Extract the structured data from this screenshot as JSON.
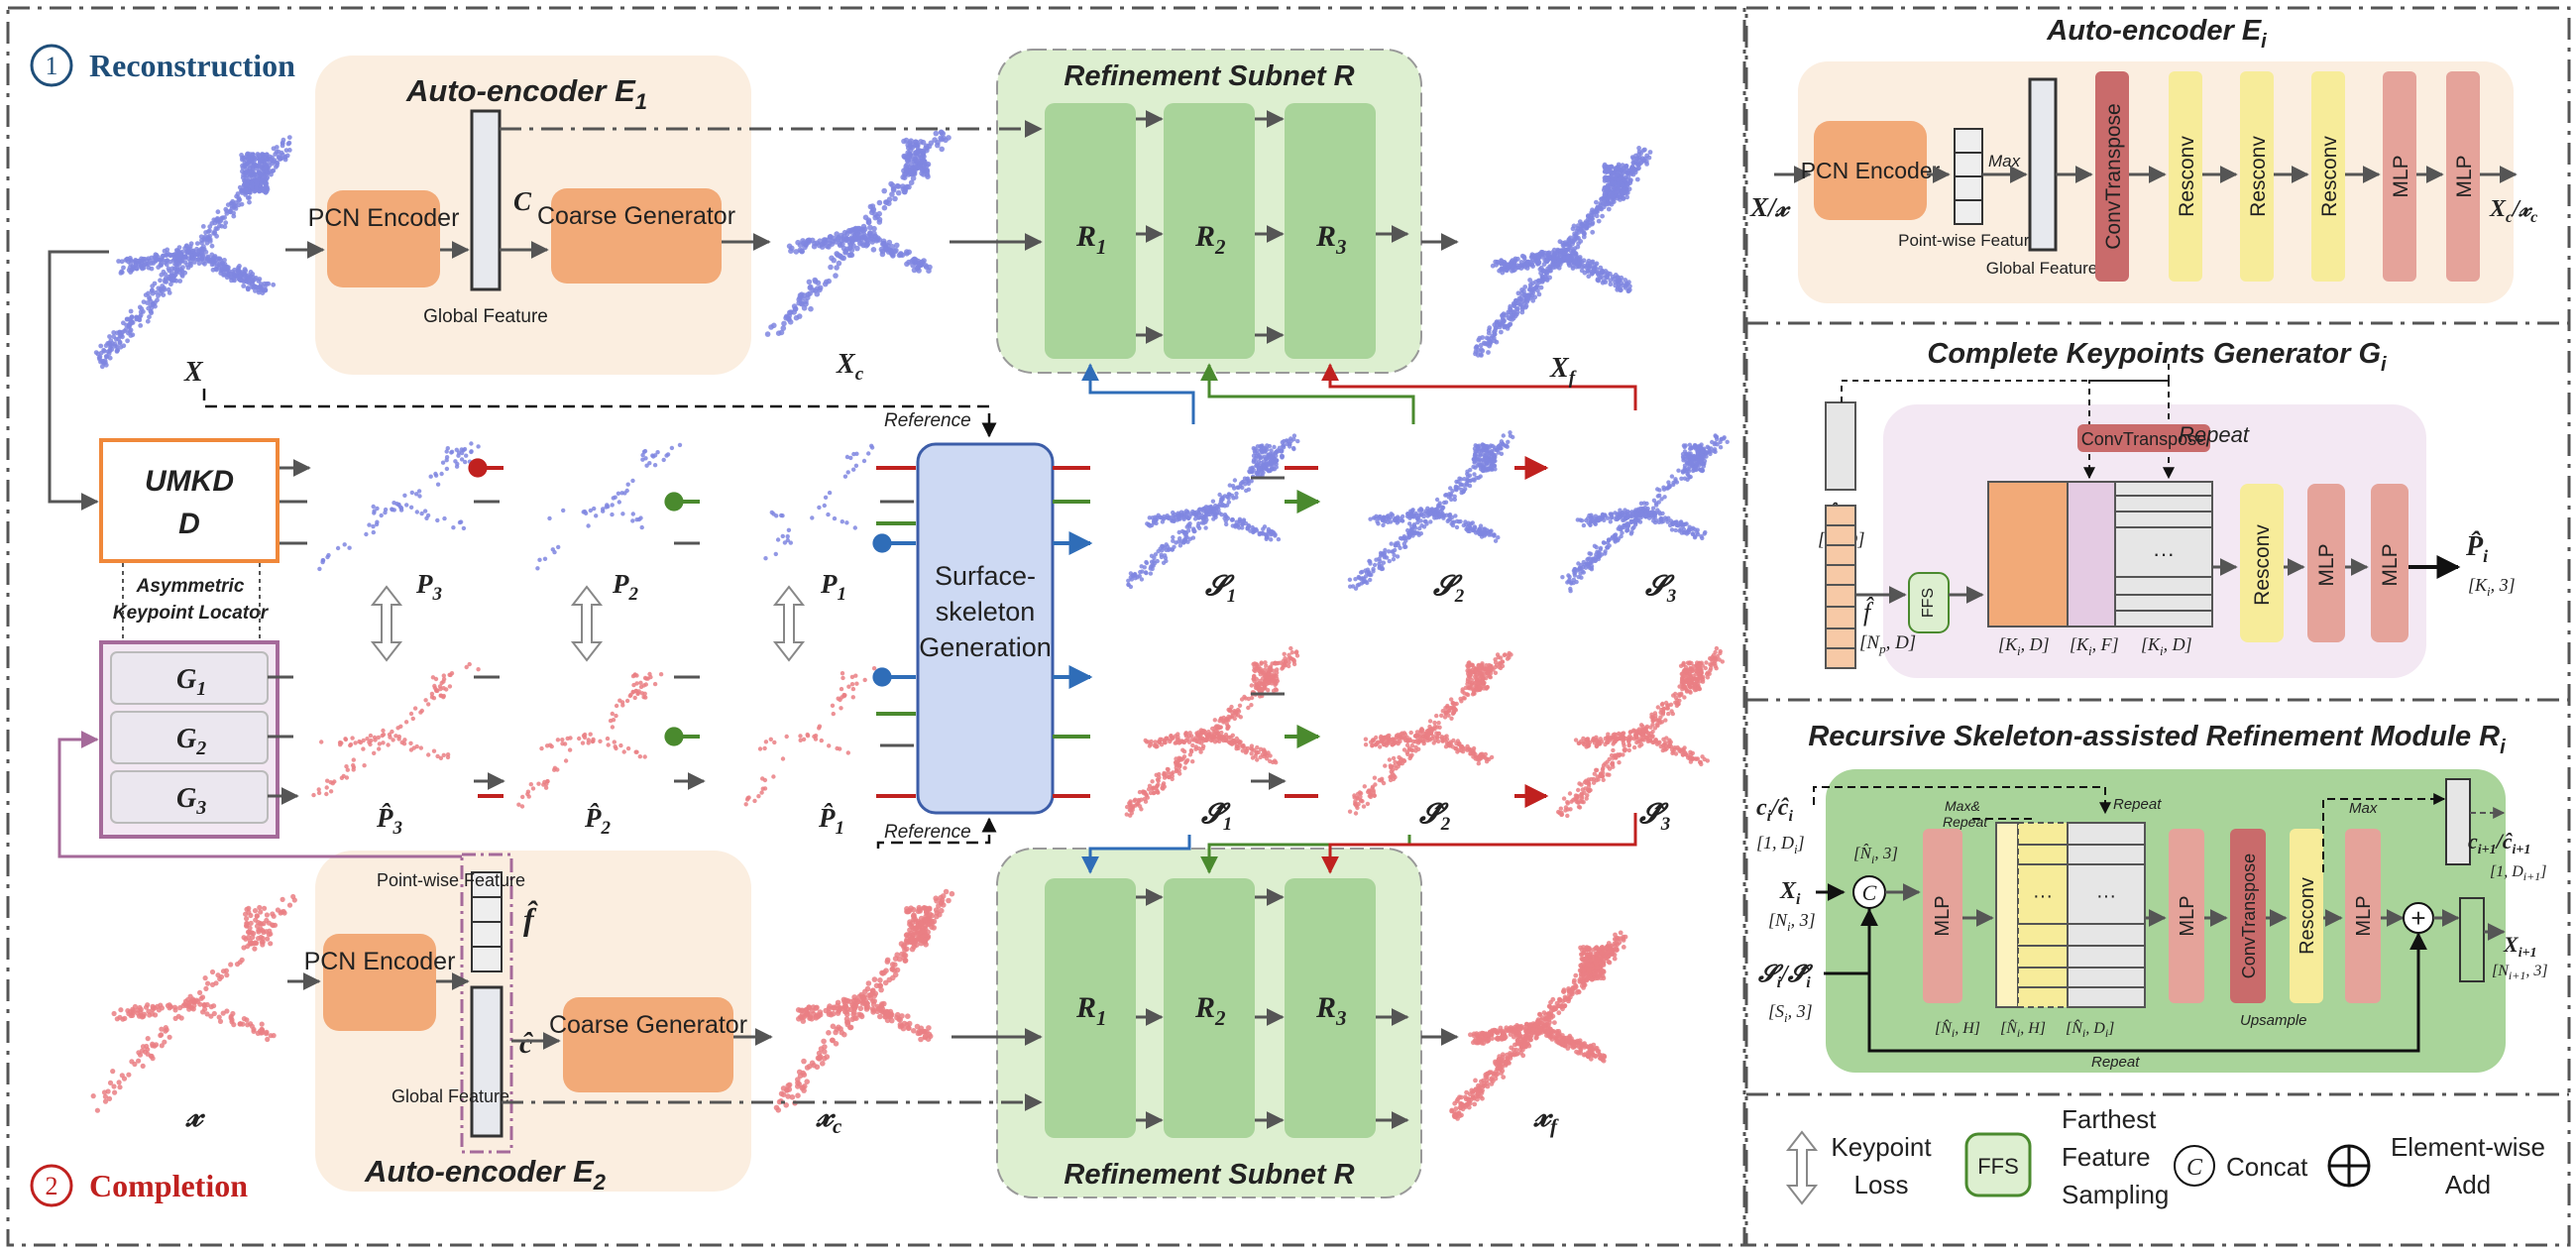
{
  "colors": {
    "ae_bg": "#fbeee0",
    "pcn": "#f2aa78",
    "refine_bg": "#ddefd0",
    "refine_block": "#a9d49a",
    "umkd_border": "#f0883a",
    "g_border": "#a56a9a",
    "generation": "#cdd9f3",
    "convtranspose": "#c96b6b",
    "resconv": "#f7ec9a",
    "mlp": "#e5a39a",
    "blue_arrow": "#2f6db8",
    "green_arrow": "#4a8a2e",
    "red_arrow": "#c0211f",
    "reconstruction_text": "#1f4e79",
    "completion_text": "#c0211f",
    "cloud_blue": "#7f86e0",
    "cloud_red": "#ea7f84"
  },
  "main": {
    "reconstruction_number": "1",
    "reconstruction": "Reconstruction",
    "completion_number": "2",
    "completion": "Completion",
    "ae_top_title": "Auto-encoder E",
    "ae_top_sub": "1",
    "ae_bottom_title": "Auto-encoder E",
    "ae_bottom_sub": "2",
    "pcn_encoder": "PCN Encoder",
    "coarse_generator": "Coarse Generator",
    "global_feature": "Global Feature",
    "point_wise_feature": "Point-wise Feature",
    "c": "C",
    "c_hat": "ĉ",
    "f_hat": "f̂",
    "x": "X",
    "x_c": "X",
    "x_c_sub": "c",
    "x_f": "X",
    "x_f_sub": "f",
    "x_script": "𝓍",
    "x_script_c": "𝓍",
    "x_script_c_sub": "c",
    "x_script_f": "𝓍",
    "x_script_f_sub": "f",
    "refine_title": "Refinement Subnet R",
    "r1": "R",
    "r1_sub": "1",
    "r2": "R",
    "r2_sub": "2",
    "r3": "R",
    "r3_sub": "3",
    "reference": "Reference",
    "surface_skeleton": [
      "Surface-",
      "skeleton",
      "Generation"
    ],
    "umkd": [
      "UMKD",
      "D"
    ],
    "asymmetric": "Asymmetric",
    "keypoint_locator": "Keypoint Locator",
    "g1": "G",
    "g1_sub": "1",
    "g2": "G",
    "g2_sub": "2",
    "g3": "G",
    "g3_sub": "3",
    "p3": "P",
    "p3_sub": "3",
    "p2": "P",
    "p2_sub": "2",
    "p1": "P",
    "p1_sub": "1",
    "p3_hat": "P̂",
    "p3_hat_sub": "3",
    "p2_hat": "P̂",
    "p2_hat_sub": "2",
    "p1_hat": "P̂",
    "p1_hat_sub": "1",
    "s1": "𝓢",
    "s1_sub": "1",
    "s2": "𝓢",
    "s2_sub": "2",
    "s3": "𝓢",
    "s3_sub": "3",
    "s1_hat": "𝓢̂",
    "s1_hat_sub": "1",
    "s2_hat": "𝓢̂",
    "s2_hat_sub": "2",
    "s3_hat": "𝓢̂",
    "s3_hat_sub": "3"
  },
  "panel_ae": {
    "title": "Auto-encoder E",
    "title_sub": "i",
    "input": "X/𝓍",
    "pcn_encoder": "PCN Encoder",
    "max": "Max",
    "point_wise_feature": "Point-wise Feature",
    "global_feature": "Global Feature",
    "convtranspose": "ConvTranspose",
    "resconv1": "Resconv",
    "resconv2": "Resconv",
    "resconv3": "Resconv",
    "mlp1": "MLP",
    "mlp2": "MLP",
    "output": "X",
    "output_sub": "c",
    "output_mid": "/𝓍",
    "output_sub2": "c"
  },
  "panel_ckg": {
    "title": "Complete Keypoints Generator G",
    "title_sub": "i",
    "c_hat": "ĉ",
    "c_dim": "[1, D]",
    "convtranspose": "ConvTranspose",
    "repeat": "Repeat",
    "f_hat": "f̂",
    "f_dim": "[N",
    "f_dim_sub": "p",
    "f_dim_end": ", D]",
    "ffs": "FFS",
    "dim1": "[K",
    "dim1_sub": "i",
    "dim1_end": ", D]",
    "dim2": "[K",
    "dim2_sub": "i",
    "dim2_end": ", F]",
    "dim3": "[K",
    "dim3_sub": "i",
    "dim3_end": ", D]",
    "ellipsis": "···",
    "resconv": "Resconv",
    "mlp1": "MLP",
    "mlp2": "MLP",
    "out": "P̂",
    "out_sub": "i",
    "out_dim": "[K",
    "out_dim_sub": "i",
    "out_dim_end": ", 3]"
  },
  "panel_rsr": {
    "title": "Recursive Skeleton-assisted Refinement Module R",
    "title_sub": "i",
    "c_in": "c",
    "c_in_sub": "i",
    "c_in_mid": "/ĉ",
    "c_in_sub2": "i",
    "c_in_dim": "[1, D",
    "c_in_dim_sub": "i",
    "c_in_dim_end": "]",
    "x_in": "X",
    "x_in_sub": "i",
    "x_in_dim": "[N",
    "x_in_dim_sub": "i",
    "x_in_dim_end": ", 3]",
    "s_in": "𝓢",
    "s_in_sub": "i",
    "s_in_mid": "/𝓢̂",
    "s_in_sub2": "i",
    "s_in_dim": "[S",
    "s_in_dim_sub": "i",
    "s_in_dim_end": ", 3]",
    "concat": "C",
    "n_dim": "[N̂",
    "n_dim_sub": "i",
    "n_dim_end": ", 3]",
    "max_repeat": [
      "Max&",
      "Repeat"
    ],
    "repeat_top": "Repeat",
    "repeat_bottom": "Repeat",
    "max": "Max",
    "mlp1": "MLP",
    "mlp2": "MLP",
    "mlp3": "MLP",
    "ellipsis": "···",
    "convtranspose": "ConvTranspose",
    "resconv": "Resconv",
    "upsample": "Upsample",
    "dim_a": "[N̂",
    "dim_a_sub": "i",
    "dim_a_end": ", H]",
    "dim_b": "[N̂",
    "dim_b_sub": "i",
    "dim_b_end": ", H]",
    "dim_c": "[N̂",
    "dim_c_sub": "i",
    "dim_c_end": ", D",
    "dim_c_sub2": "i",
    "dim_c_end2": "]",
    "c_out": "c",
    "c_out_sub": "i+1",
    "c_out_mid": "/ĉ",
    "c_out_sub2": "i+1",
    "c_out_dim": "[1, D",
    "c_out_dim_sub": "i+1",
    "c_out_dim_end": "]",
    "x_out": "X",
    "x_out_sub": "i+1",
    "x_out_dim": "[N",
    "x_out_dim_sub": "i+1",
    "x_out_dim_end": ", 3]",
    "plus": "+"
  },
  "legend": {
    "keypoint_loss": [
      "Keypoint",
      "Loss"
    ],
    "ffs": "FFS",
    "ffs_desc": [
      "Farthest",
      "Feature",
      "Sampling"
    ],
    "concat_symbol": "C",
    "concat": "Concat",
    "add_desc": [
      "Element-wise",
      "Add"
    ]
  }
}
